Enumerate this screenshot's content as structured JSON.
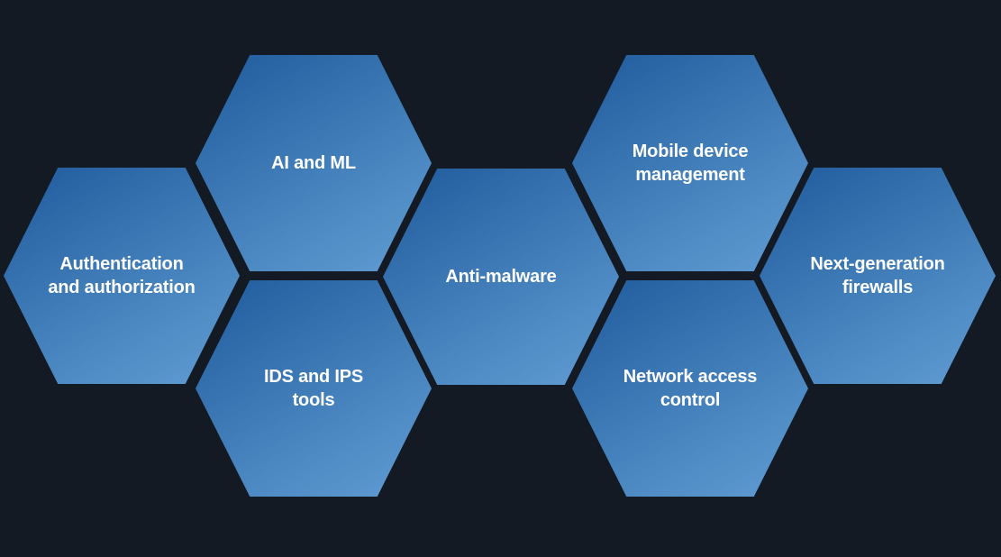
{
  "colors": {
    "background": "#131a23",
    "hex_gradient_start": "#1f5b9c",
    "hex_gradient_end": "#629ed4",
    "label": "#ffffff"
  },
  "hexagons": [
    {
      "id": "auth",
      "label": "Authentication\nand authorization"
    },
    {
      "id": "aiml",
      "label": "AI and ML"
    },
    {
      "id": "ids",
      "label": "IDS and IPS\ntools"
    },
    {
      "id": "anti",
      "label": "Anti-malware"
    },
    {
      "id": "mdm",
      "label": "Mobile device\nmanagement"
    },
    {
      "id": "nac",
      "label": "Network access\ncontrol"
    },
    {
      "id": "ngfw",
      "label": "Next-generation\nfirewalls"
    }
  ]
}
